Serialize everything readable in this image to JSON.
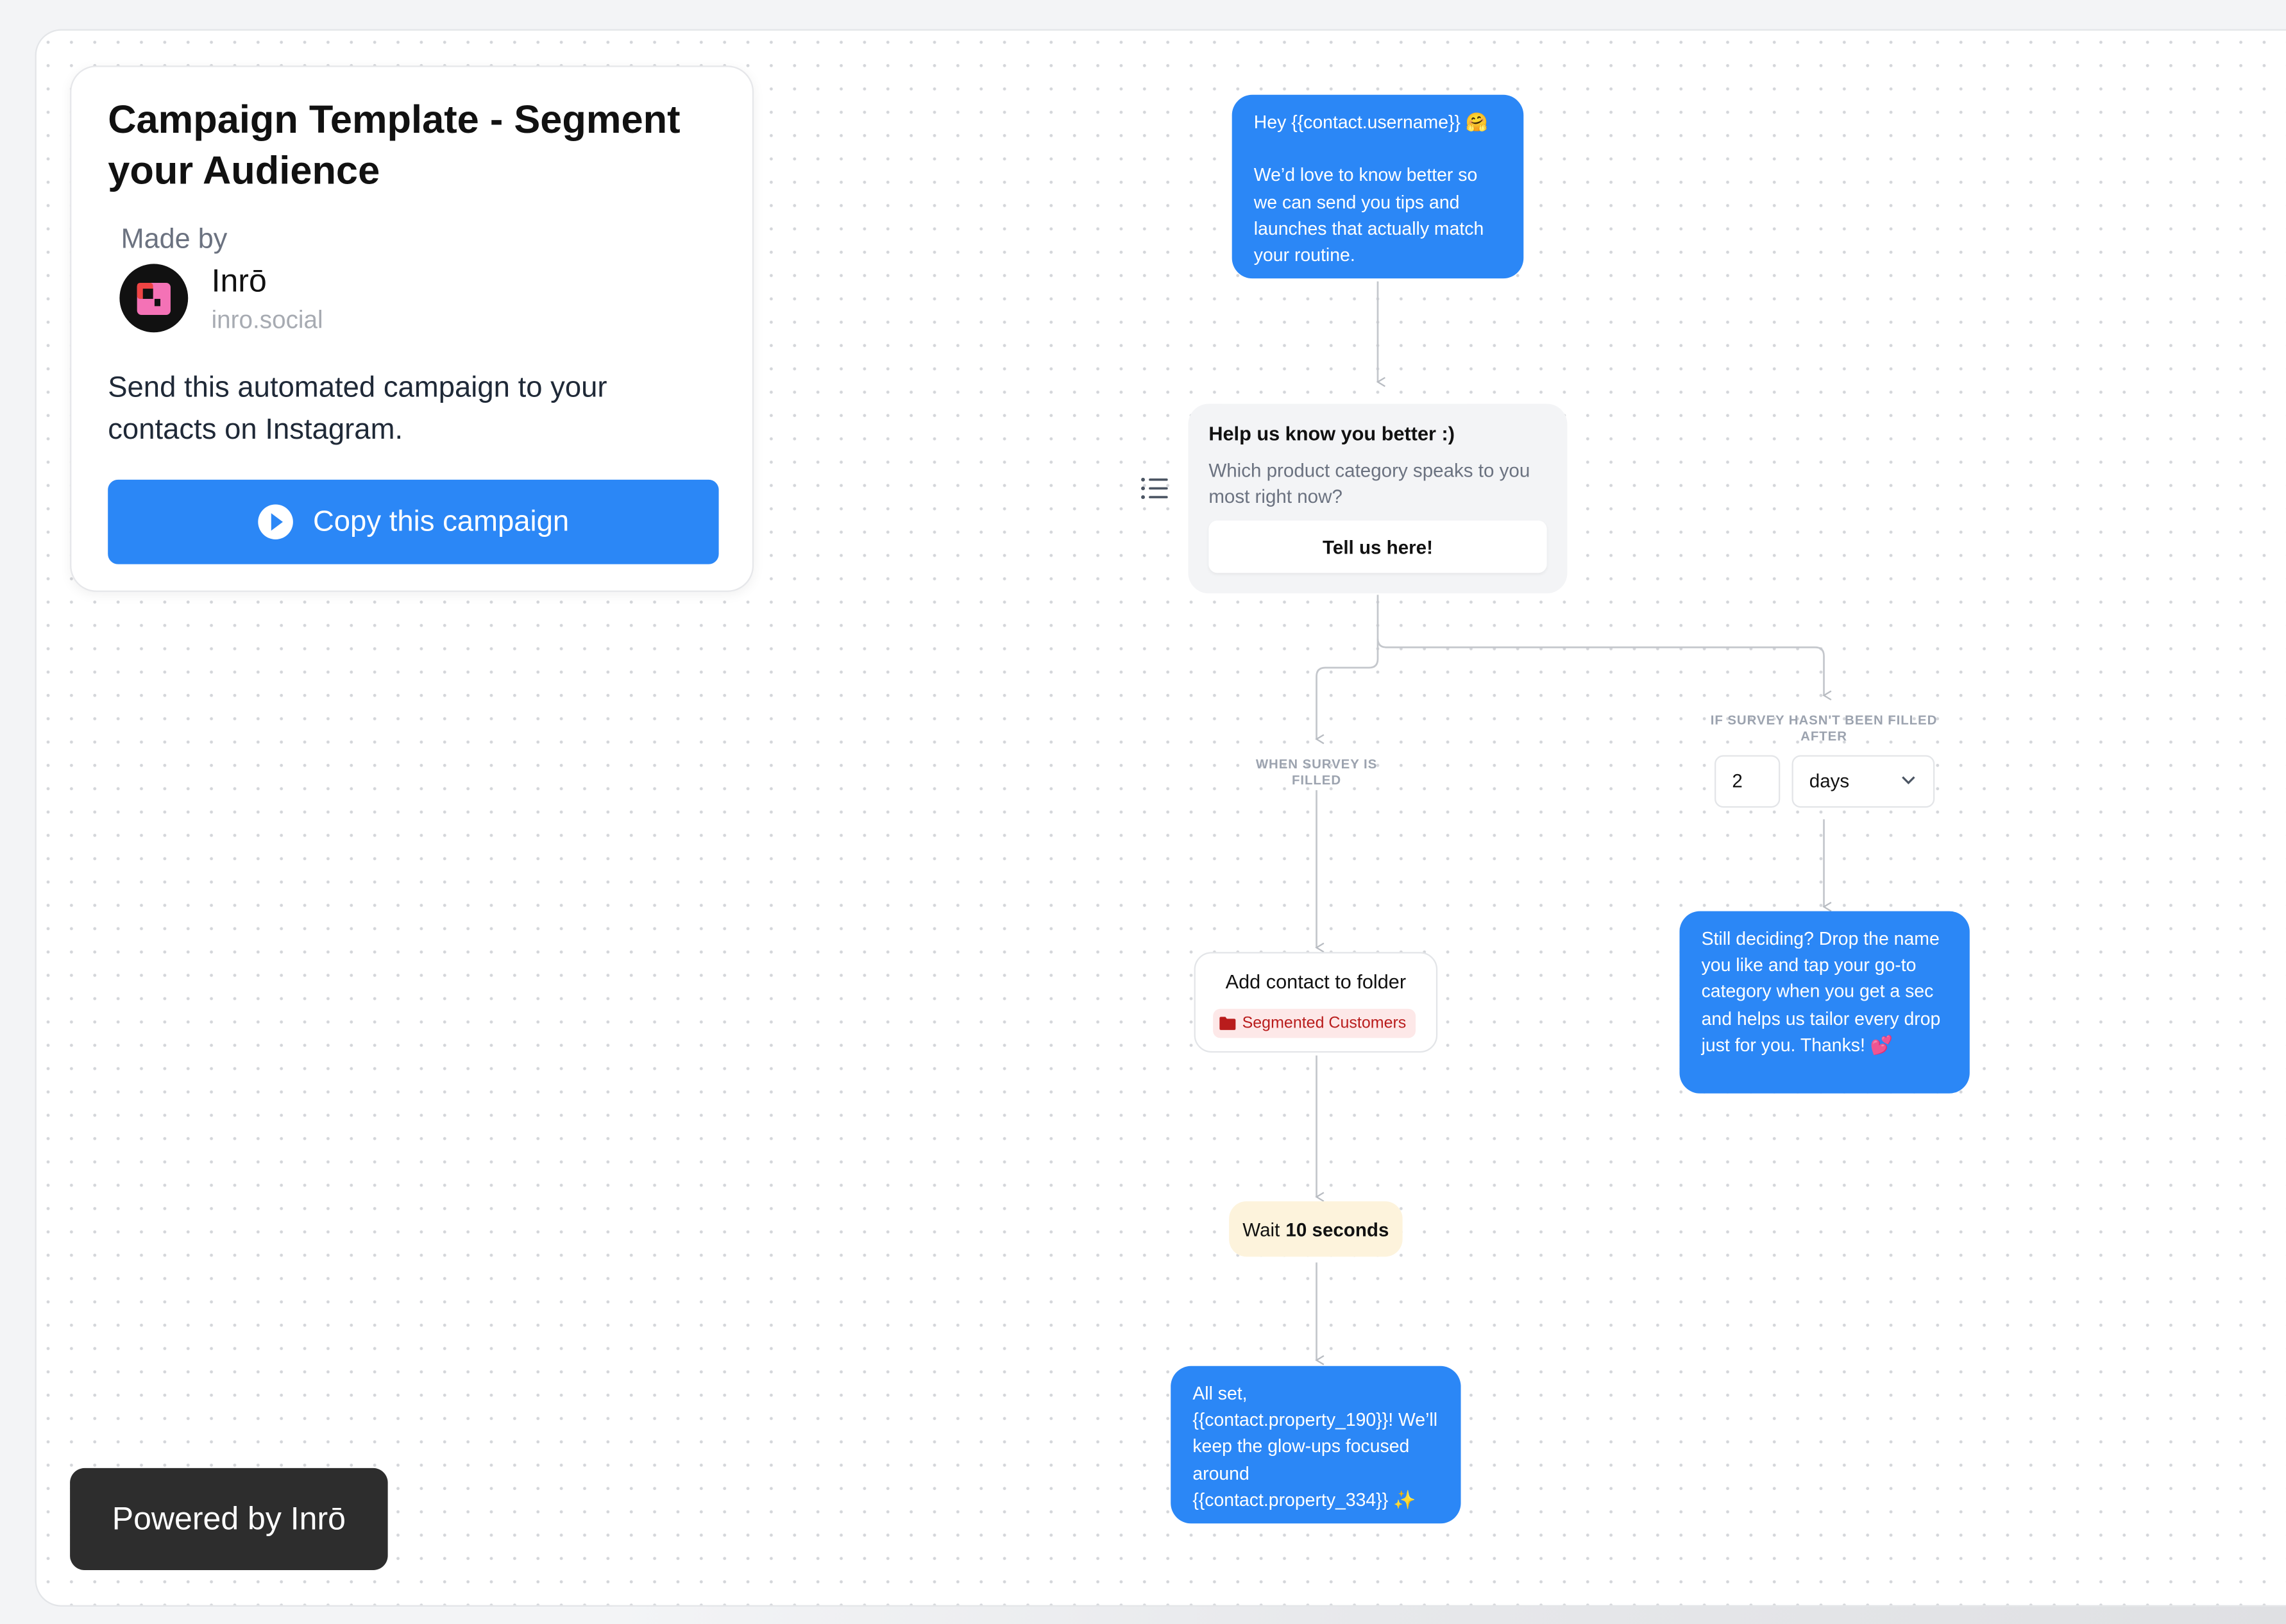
{
  "info_card": {
    "title": "Campaign Template - Segment your Audience",
    "made_by_label": "Made by",
    "author_name": "Inrō",
    "author_handle": "inro.social",
    "description": "Send this automated campaign to your contacts on Instagram.",
    "copy_button_label": "Copy this campaign",
    "logo_icon": "inro-logo-icon"
  },
  "powered_by": "Powered by Inrō",
  "flow": {
    "opening_message": "Hey {{contact.username}} 🤗\n\nWe’d love to know better so we can send you tips and launches that actually match your routine.",
    "survey": {
      "title": "Help us know you better :)",
      "question": "Which product category speaks to you most right now?",
      "button_label": "Tell us here!",
      "icon": "list-icon"
    },
    "branch_filled_label": "WHEN SURVEY IS FILLED",
    "branch_unfilled_label": "IF SURVEY HASN'T BEEN FILLED AFTER",
    "delay_value": "2",
    "delay_unit": "days",
    "folder_action": {
      "title": "Add contact to folder",
      "folder_name": "Segmented Customers",
      "icon": "folder-icon"
    },
    "wait": {
      "prefix": "Wait",
      "duration": "10 seconds"
    },
    "reminder_message": "Still deciding? Drop the name you like and tap your go-to category when you get a sec and helps us tailor every drop just for you. Thanks! 💕",
    "final_message": "All set, {{contact.property_190}}! We’ll keep the glow-ups focused around {{contact.property_334}} ✨"
  },
  "colors": {
    "accent_blue": "#2b87f6",
    "dark_badge": "#2d2d2d",
    "folder_tag_bg": "#fde8e8",
    "folder_tag_text": "#b91c1c",
    "wait_bg": "#fdf3dc"
  }
}
